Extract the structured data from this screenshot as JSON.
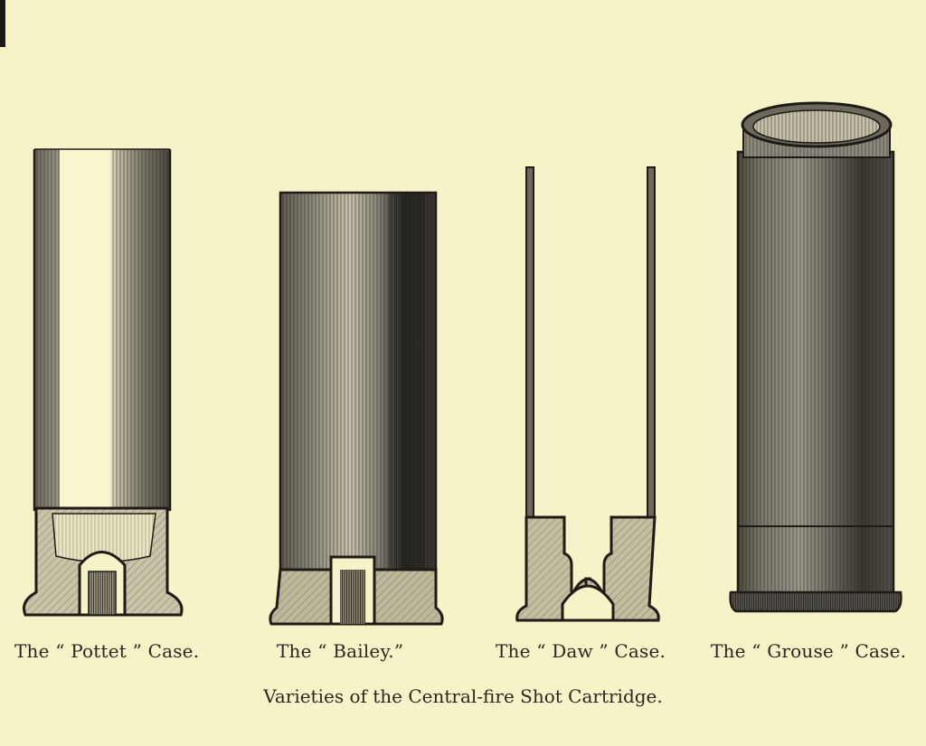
{
  "figures": [
    {
      "label": "The “ Pottet ” Case."
    },
    {
      "label": "The “ Bailey.”"
    },
    {
      "label": "The “ Daw ” Case."
    },
    {
      "label": "The “ Grouse ” Case."
    }
  ],
  "caption": "Varieties of the Central-fire Shot Cartridge.",
  "colors": {
    "paper": "#f6f3c9",
    "ink": "#1e1b17",
    "metal_dark": "#3c3a33",
    "metal_mid": "#8c8a7c",
    "metal_light": "#d9d6bd",
    "base_hatch": "#b9b49a"
  }
}
